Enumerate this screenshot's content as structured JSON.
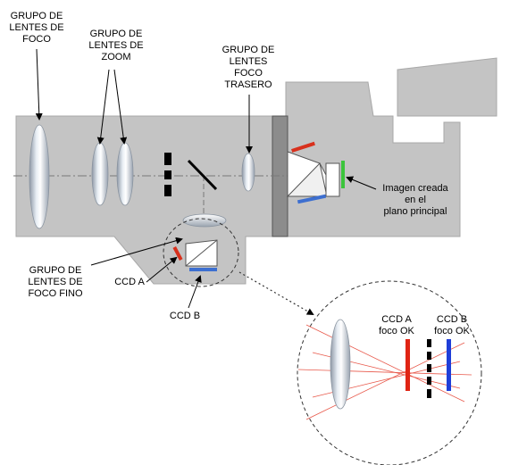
{
  "labels": {
    "focus_group": "GRUPO DE\nLENTES DE\nFOCO",
    "zoom_group": "GRUPO DE\nLENTES DE\nZOOM",
    "rear_focus_group": "GRUPO DE\nLENTES\nFOCO\nTRASERO",
    "image_plane": "Imagen creada\nen el\nplano principal",
    "fine_focus_group": "GRUPO DE\nLENTES DE\nFOCO FINO",
    "ccd_a": "CCD A",
    "ccd_b": "CCD B",
    "ccd_a_ok": "CCD A\nfoco OK",
    "ccd_b_ok": "CCD B\nfoco OK"
  },
  "colors": {
    "body": "#c4c4c4",
    "body_edge": "#a8a8a8",
    "ccd_a": "#d8301c",
    "ccd_b": "#3d6fd0",
    "image_plane": "#3cc43c",
    "ray": "#e8584a",
    "zoom_ccd_a": "#e02414",
    "zoom_ccd_b": "#1f3ed8"
  }
}
